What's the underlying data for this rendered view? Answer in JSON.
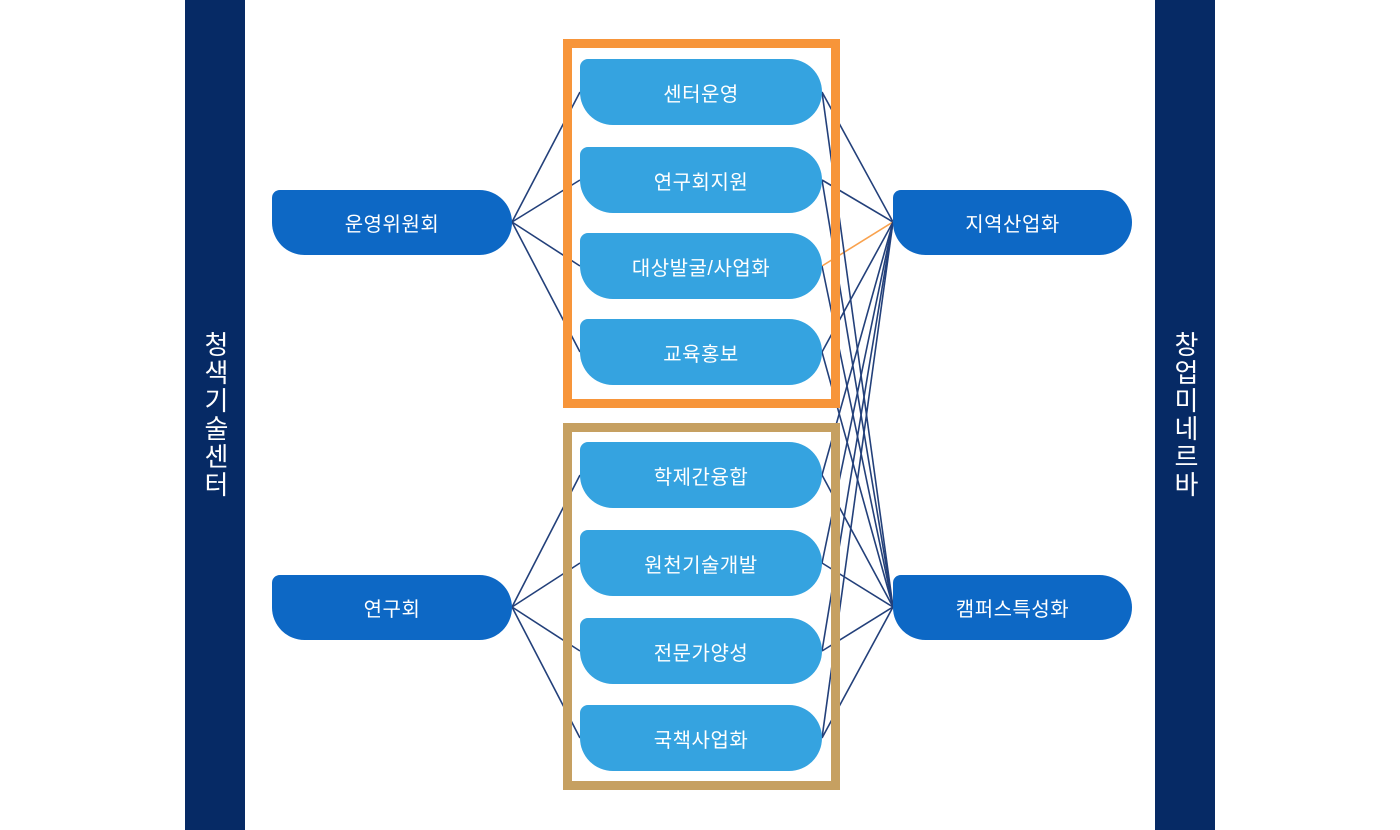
{
  "colors": {
    "page_bg": "#ffffff",
    "banner_bg": "#062a65",
    "node_blue": "#0d68c5",
    "pill_blue": "#35a3e0",
    "edge_navy": "#23407a",
    "edge_highlight": "#f9a24e",
    "group_top_border": "#f7953a",
    "group_bottom_border": "#c6a061",
    "text_white": "#ffffff"
  },
  "banners": {
    "left": {
      "label": "청색기술센터"
    },
    "right": {
      "label": "창업미네르바"
    }
  },
  "diagram": {
    "left_nodes": [
      {
        "id": "left1",
        "label": "운영위원회"
      },
      {
        "id": "left2",
        "label": "연구회"
      }
    ],
    "right_nodes": [
      {
        "id": "r1",
        "label": "지역산업화"
      },
      {
        "id": "r2",
        "label": "캠퍼스특성화"
      }
    ],
    "groups": [
      {
        "id": "top",
        "items": [
          {
            "id": "t1",
            "label": "센터운영"
          },
          {
            "id": "t2",
            "label": "연구회지원"
          },
          {
            "id": "t3",
            "label": "대상발굴/사업화"
          },
          {
            "id": "t4",
            "label": "교육홍보"
          }
        ]
      },
      {
        "id": "bottom",
        "items": [
          {
            "id": "b1",
            "label": "학제간융합"
          },
          {
            "id": "b2",
            "label": "원천기술개발"
          },
          {
            "id": "b3",
            "label": "전문가양성"
          },
          {
            "id": "b4",
            "label": "국책사업화"
          }
        ]
      }
    ],
    "connections": [
      {
        "from": "left1",
        "to": "t1"
      },
      {
        "from": "left1",
        "to": "t2"
      },
      {
        "from": "left1",
        "to": "t3"
      },
      {
        "from": "left1",
        "to": "t4"
      },
      {
        "from": "left2",
        "to": "b1"
      },
      {
        "from": "left2",
        "to": "b2"
      },
      {
        "from": "left2",
        "to": "b3"
      },
      {
        "from": "left2",
        "to": "b4"
      },
      {
        "from": "t1",
        "to": "r1"
      },
      {
        "from": "t2",
        "to": "r1"
      },
      {
        "from": "t3",
        "to": "r1",
        "highlight": true
      },
      {
        "from": "t4",
        "to": "r1"
      },
      {
        "from": "t1",
        "to": "r2"
      },
      {
        "from": "t2",
        "to": "r2"
      },
      {
        "from": "t3",
        "to": "r2"
      },
      {
        "from": "t4",
        "to": "r2"
      },
      {
        "from": "b1",
        "to": "r1"
      },
      {
        "from": "b2",
        "to": "r1"
      },
      {
        "from": "b3",
        "to": "r1"
      },
      {
        "from": "b4",
        "to": "r1"
      },
      {
        "from": "b1",
        "to": "r2"
      },
      {
        "from": "b2",
        "to": "r2"
      },
      {
        "from": "b3",
        "to": "r2"
      },
      {
        "from": "b4",
        "to": "r2"
      }
    ]
  }
}
